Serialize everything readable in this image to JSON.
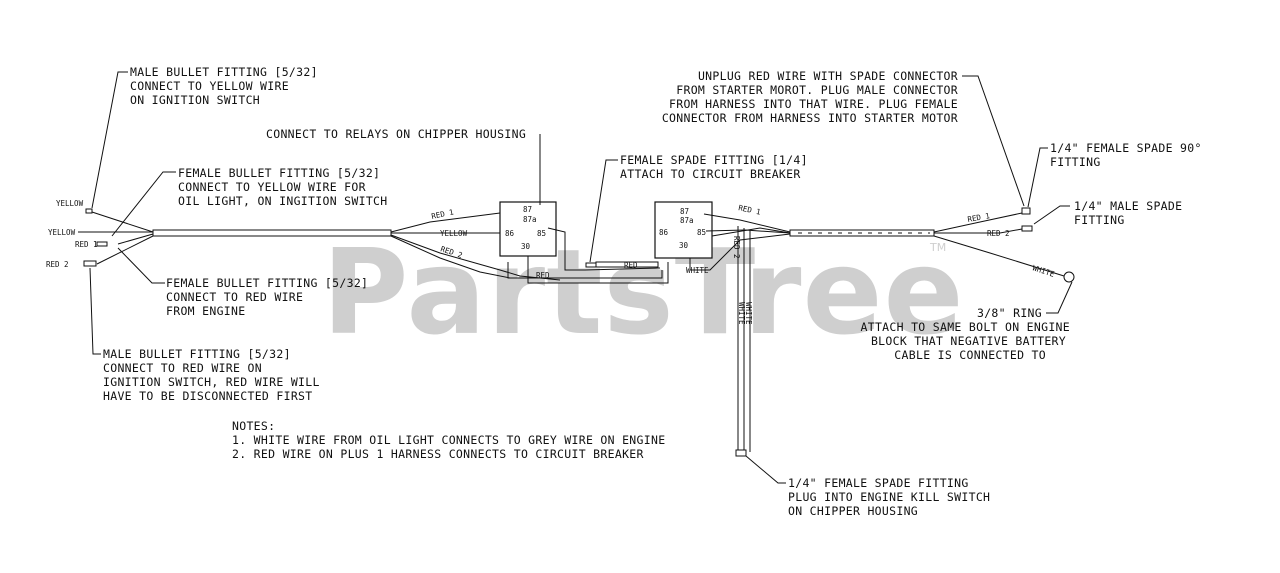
{
  "watermark": {
    "text": "PartsTree",
    "trademark": "TM"
  },
  "callouts": {
    "male_bullet_yellow": [
      "MALE BULLET FITTING [5/32]",
      "CONNECT TO YELLOW WIRE",
      "ON IGNITION SWITCH"
    ],
    "female_bullet_yellow": [
      "FEMALE BULLET FITTING [5/32]",
      "CONNECT TO YELLOW WIRE FOR",
      "OIL LIGHT, ON INGITION SWITCH"
    ],
    "relays": [
      "CONNECT TO RELAYS ON CHIPPER HOUSING"
    ],
    "female_spade_breaker": [
      "FEMALE SPADE FITTING [1/4]",
      "ATTACH TO CIRCUIT BREAKER"
    ],
    "female_bullet_red": [
      "FEMALE BULLET FITTING [5/32]",
      "CONNECT TO RED WIRE",
      "FROM ENGINE"
    ],
    "male_bullet_red": [
      "MALE BULLET FITTING [5/32]",
      "CONNECT TO RED WIRE ON",
      "IGNITION SWITCH, RED WIRE WILL",
      "HAVE TO BE DISCONNECTED FIRST"
    ],
    "unplug": [
      "UNPLUG RED WIRE WITH SPADE CONNECTOR",
      "FROM STARTER MOROT. PLUG MALE CONNECTOR",
      "FROM HARNESS INTO THAT WIRE. PLUG FEMALE",
      "CONNECTOR FROM HARNESS INTO STARTER MOTOR"
    ],
    "female_spade_90": [
      "1/4\" FEMALE SPADE 90°",
      "FITTING"
    ],
    "male_spade": [
      "1/4\" MALE SPADE",
      "FITTING"
    ],
    "ring": [
      "3/8\" RING",
      "ATTACH TO SAME BOLT ON ENGINE",
      "BLOCK THAT NEGATIVE BATTERY",
      "CABLE IS CONNECTED TO"
    ],
    "kill_switch": [
      "1/4\" FEMALE SPADE FITTING",
      "PLUG INTO ENGINE KILL SWITCH",
      "ON CHIPPER HOUSING"
    ]
  },
  "notes": {
    "title": "NOTES:",
    "items": [
      "1. WHITE WIRE FROM OIL LIGHT CONNECTS TO GREY WIRE ON ENGINE",
      "2. RED WIRE ON PLUS 1 HARNESS CONNECTS TO CIRCUIT BREAKER"
    ]
  },
  "wire_labels": {
    "yellow_top": "YELLOW",
    "yellow_left": "YELLOW",
    "red1_left": "RED 1",
    "red2_left": "RED 2",
    "red1_mid": "RED 1",
    "yellow_mid": "YELLOW",
    "red2_mid": "RED 2",
    "red_bottom": "RED",
    "red_between": "RED",
    "white_relay2": "WHITE",
    "red1_right": "RED 1",
    "red2_right": "RED 2",
    "white_ring": "WHITE",
    "red2_vertical": "RED 2",
    "white_vertical_a": "WHITE",
    "white_vertical_b": "WHITE"
  },
  "relay1": {
    "t87": "87",
    "t87a": "87a",
    "t86": "86",
    "t85": "85",
    "t30": "30"
  },
  "relay2": {
    "t87": "87",
    "t87a": "87a",
    "t86": "86",
    "t85": "85",
    "t30": "30"
  }
}
